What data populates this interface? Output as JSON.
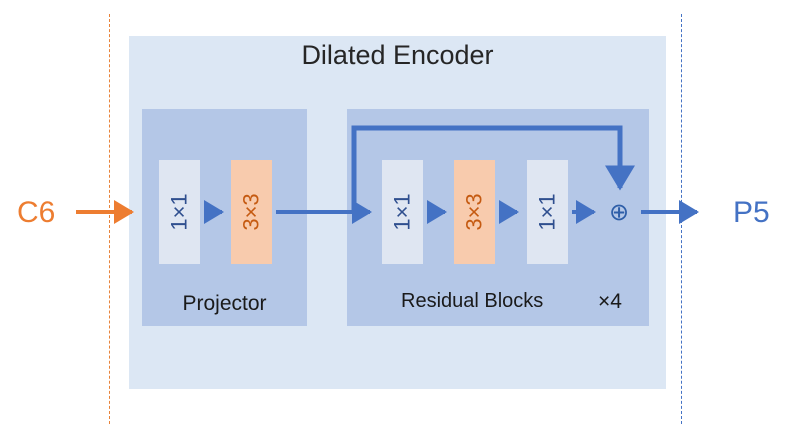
{
  "diagram": {
    "title": "Dilated Encoder",
    "input_label": "C6",
    "output_label": "P5",
    "projector": {
      "label": "Projector",
      "blocks": [
        "1×1",
        "3×3"
      ]
    },
    "residual": {
      "label": "Residual Blocks",
      "repeat": "×4",
      "blocks": [
        "1×1",
        "3×3",
        "1×1"
      ],
      "sum_symbol": "⊕"
    }
  },
  "colors": {
    "input_orange": "#ed7d31",
    "output_blue": "#4472c4",
    "arrow_blue": "#4472c4",
    "encoder_bg": "#dce7f4",
    "panel_bg": "#b4c7e7",
    "conv_light": "#dfe6f2",
    "conv_orange": "#f8cbad"
  }
}
